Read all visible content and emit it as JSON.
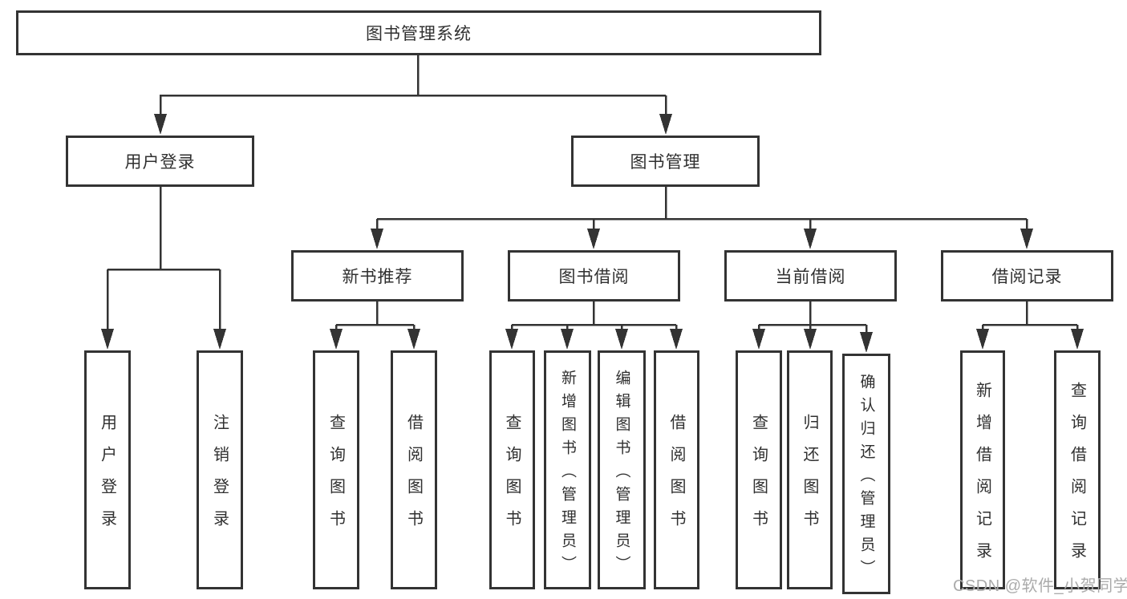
{
  "diagram": {
    "root": {
      "label": "图书管理系统"
    },
    "level2": [
      {
        "label": "用户登录"
      },
      {
        "label": "图书管理"
      }
    ],
    "level3": [
      {
        "label": "新书推荐"
      },
      {
        "label": "图书借阅"
      },
      {
        "label": "当前借阅"
      },
      {
        "label": "借阅记录"
      }
    ],
    "level4": {
      "under_user_login": [
        {
          "label": "用户登录"
        },
        {
          "label": "注销登录"
        }
      ],
      "under_new_books": [
        {
          "label": "查询图书"
        },
        {
          "label": "借阅图书"
        }
      ],
      "under_book_borrow": [
        {
          "label": "查询图书"
        },
        {
          "label": "新增图书（管理员）"
        },
        {
          "label": "编辑图书（管理员）"
        },
        {
          "label": "借阅图书"
        }
      ],
      "under_current_borrow": [
        {
          "label": "查询图书"
        },
        {
          "label": "归还图书"
        },
        {
          "label": "确认归还（管理员）"
        }
      ],
      "under_borrow_records": [
        {
          "label": "新增借阅记录"
        },
        {
          "label": "查询借阅记录"
        }
      ]
    },
    "colors": {
      "line": "#333333",
      "text": "#303030",
      "background": "#ffffff",
      "watermark": "#ababab"
    }
  },
  "watermark": {
    "text": "CSDN @软件_小贺同学"
  }
}
